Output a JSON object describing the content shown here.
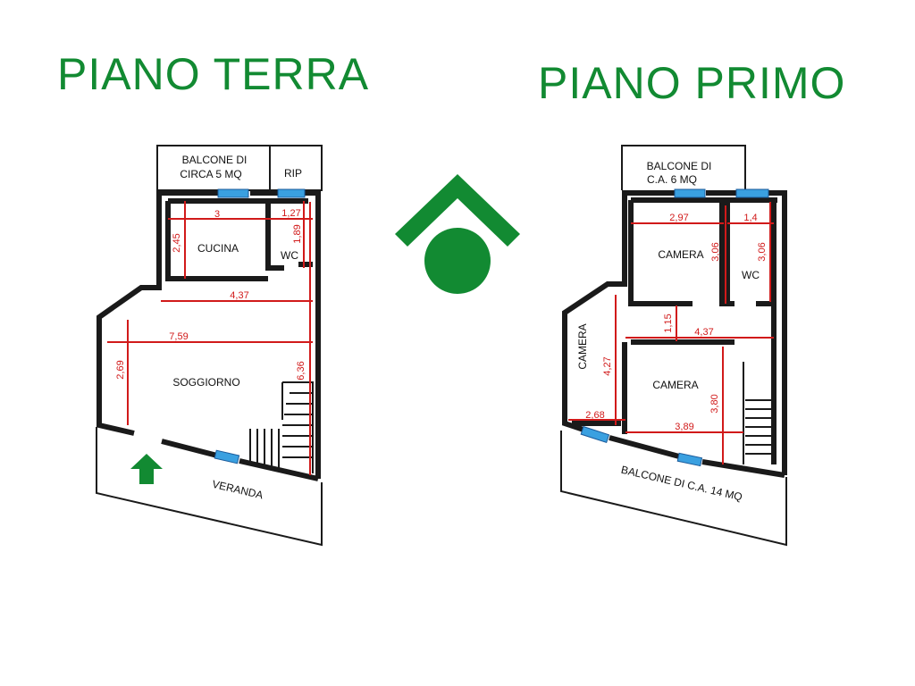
{
  "titles": {
    "left": "PIANO TERRA",
    "right": "PIANO PRIMO"
  },
  "colors": {
    "title": "#128a32",
    "logo": "#128a32",
    "arrow": "#128a32",
    "dimension": "#d11a1a",
    "window": "#3aa0e0"
  },
  "logo_icon": "house-roof-circle-logo",
  "entrance_icon": "entrance-arrow-icon",
  "ground_floor": {
    "balcony_line1": "BALCONE  DI",
    "balcony_line2": "CIRCA 5 MQ",
    "rip": "RIP",
    "kitchen": "CUCINA",
    "wc": "WC",
    "living": "SOGGIORNO",
    "veranda": "VERANDA",
    "dims": {
      "kitchen_width": "3",
      "wc_width": "1,27",
      "kitchen_depth": "2,45",
      "wc_depth": "1,89",
      "hall_width": "4,37",
      "living_width": "7,59",
      "living_depth": "2,69",
      "total_depth": "6,36"
    }
  },
  "first_floor": {
    "balcony_line1": "BALCONE DI",
    "balcony_line2": "C.A. 6 MQ",
    "bedroom1": "CAMERA",
    "wc": "WC",
    "bedroom2": "CAMERA",
    "bedroom3": "CAMERA",
    "balcony_bottom": "BALCONE DI C.A. 14 MQ",
    "dims": {
      "bedroom_width": "2,97",
      "wc_width": "1,4",
      "bedroom_depth": "3,06",
      "wc_depth": "3,06",
      "hall_depth": "1,15",
      "hall_width": "4,37",
      "side_room_depth": "4,27",
      "side_room_width": "2,68",
      "bedroom3_width": "3,89",
      "bedroom3_depth": "3,80"
    }
  }
}
